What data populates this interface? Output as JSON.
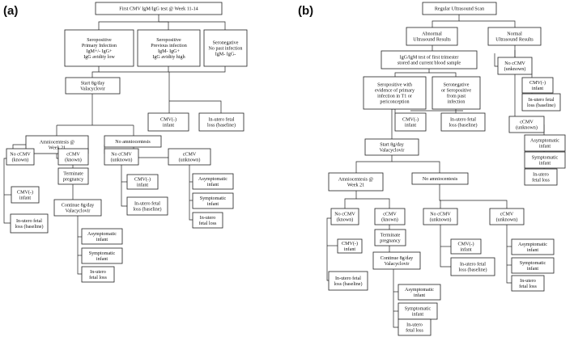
{
  "panels": [
    {
      "label": "(a)",
      "nodes": {
        "root": [
          "First CMV IgM/IgG test @ Week 11-14"
        ],
        "sp_primary": [
          "Seropositive",
          "Primary Infection",
          "IgM+/- IgG+",
          "IgG avidity low"
        ],
        "sp_previous": [
          "Seropositive",
          "Previous infection",
          "IgM- IgG+",
          "IgG avidity high"
        ],
        "seroneg": [
          "Seronegative",
          "No past infection",
          "IgM- IgG-"
        ],
        "start": [
          "Start 8g/day",
          "Valacyclovir"
        ],
        "cmvneg_top": [
          "CMV(-)",
          "infant"
        ],
        "inutero_top": [
          "In-utero fetal",
          "loss (baseline)"
        ],
        "amnio": [
          "Amniocentesis @",
          "Week 21"
        ],
        "no_amnio": [
          "No amniocentesis"
        ],
        "no_ccmv_known": [
          "No cCMV",
          "(known)"
        ],
        "ccmv_known": [
          "cCMV",
          "(known)"
        ],
        "no_ccmv_unknown": [
          "No cCMV",
          "(unknown)"
        ],
        "ccmv_unknown": [
          "cCMV",
          "(unknown)"
        ],
        "cmvneg_1": [
          "CMV(-)",
          "infant"
        ],
        "inutero_1": [
          "In-utero fetal",
          "loss (baseline)"
        ],
        "terminate": [
          "Terminate",
          "pregnancy"
        ],
        "continue": [
          "Continue 8g/day",
          "Valacyclovir"
        ],
        "asym_1": [
          "Asymptomatic",
          "infant"
        ],
        "sym_1": [
          "Symptomatic",
          "infant"
        ],
        "fetal_1": [
          "In-utero",
          "fetal loss"
        ],
        "cmvneg_2": [
          "CMV(-)",
          "infant"
        ],
        "inutero_2": [
          "In-utero fetal",
          "loss (baseline)"
        ],
        "asym_2": [
          "Asymptomatic",
          "infant"
        ],
        "sym_2": [
          "Symptomatic",
          "infant"
        ],
        "fetal_2": [
          "In-utero",
          "fetal loss"
        ]
      }
    },
    {
      "label": "(b)",
      "nodes": {
        "root": [
          "Regular Ultrasound Scan"
        ],
        "abnormal": [
          "Abnormal",
          "Ultrasound Results"
        ],
        "normal": [
          "Normal",
          "Ultrasound Results"
        ],
        "igg_test": [
          "IgG/IgM test of first trimester",
          "stored and current blood sample"
        ],
        "sp_primary": [
          "Seropositive with",
          "evidence of primary",
          "infection in T1 or",
          "periconception"
        ],
        "seroneg": [
          "Seronegative",
          "or Seropositive",
          "from past",
          "infection"
        ],
        "cmvneg_a": [
          "CMV(-)",
          "infant"
        ],
        "inutero_a": [
          "In-utero fetal",
          "loss (baseline)"
        ],
        "no_ccmv_normal": [
          "No cCMV",
          "(unknown)"
        ],
        "cmvneg_n": [
          "CMV(-)",
          "infant"
        ],
        "inutero_n": [
          "In-utero fetal",
          "loss (baseline)"
        ],
        "ccmv_normal": [
          "cCMV",
          "(unknown)"
        ],
        "asym_n": [
          "Asymptomatic",
          "infant"
        ],
        "sym_n": [
          "Symptomatic",
          "infant"
        ],
        "fetal_n": [
          "In-utero",
          "fetal loss"
        ],
        "start": [
          "Start 8g/day",
          "Valacyclovir"
        ],
        "amnio": [
          "Amniocentesis @",
          "Week 21"
        ],
        "no_amnio": [
          "No amniocentesis"
        ],
        "no_ccmv_known": [
          "No cCMV",
          "(known)"
        ],
        "ccmv_known": [
          "cCMV",
          "(known)"
        ],
        "no_ccmv_unknown": [
          "No cCMV",
          "(unknown)"
        ],
        "ccmv_unknown": [
          "cCMV",
          "(unknown)"
        ],
        "cmvneg_1": [
          "CMV(-)",
          "infant"
        ],
        "inutero_1": [
          "In-utero fetal",
          "loss (baseline)"
        ],
        "terminate": [
          "Terminate",
          "pregnancy"
        ],
        "continue": [
          "Continue 8g/day",
          "Valacyclovir"
        ],
        "asym_1": [
          "Asymptomatic",
          "infant"
        ],
        "sym_1": [
          "Symptomatic",
          "infant"
        ],
        "fetal_1": [
          "In-utero",
          "fetal loss"
        ],
        "cmvneg_2": [
          "CMV(-)",
          "infant"
        ],
        "inutero_2": [
          "In-utero fetal",
          "loss (baseline)"
        ],
        "asym_2": [
          "Asymptomatic",
          "infant"
        ],
        "sym_2": [
          "Symptomatic",
          "infant"
        ],
        "fetal_2": [
          "In-utero",
          "fetal loss"
        ]
      }
    }
  ]
}
